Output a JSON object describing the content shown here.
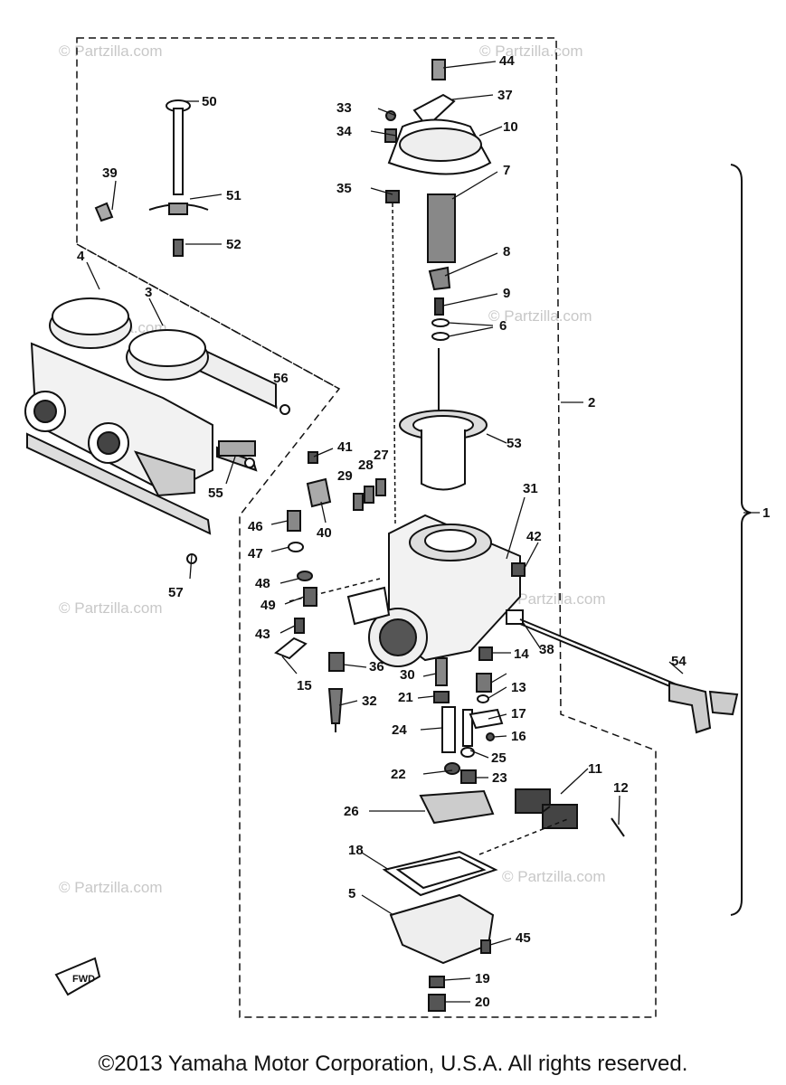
{
  "watermark": "© Partzilla.com",
  "fwd_label": "FWD",
  "copyright": "©2013 Yamaha Motor Corporation, U.S.A. All rights reserved.",
  "callouts": [
    "1",
    "2",
    "3",
    "4",
    "5",
    "6",
    "7",
    "8",
    "9",
    "10",
    "11",
    "12",
    "13",
    "14",
    "15",
    "16",
    "17",
    "18",
    "19",
    "20",
    "21",
    "22",
    "23",
    "24",
    "25",
    "26",
    "27",
    "28",
    "29",
    "30",
    "31",
    "32",
    "33",
    "34",
    "35",
    "36",
    "37",
    "38",
    "39",
    "40",
    "41",
    "42",
    "43",
    "44",
    "45",
    "46",
    "47",
    "48",
    "49",
    "50",
    "51",
    "52",
    "53",
    "54",
    "55",
    "56",
    "57"
  ]
}
